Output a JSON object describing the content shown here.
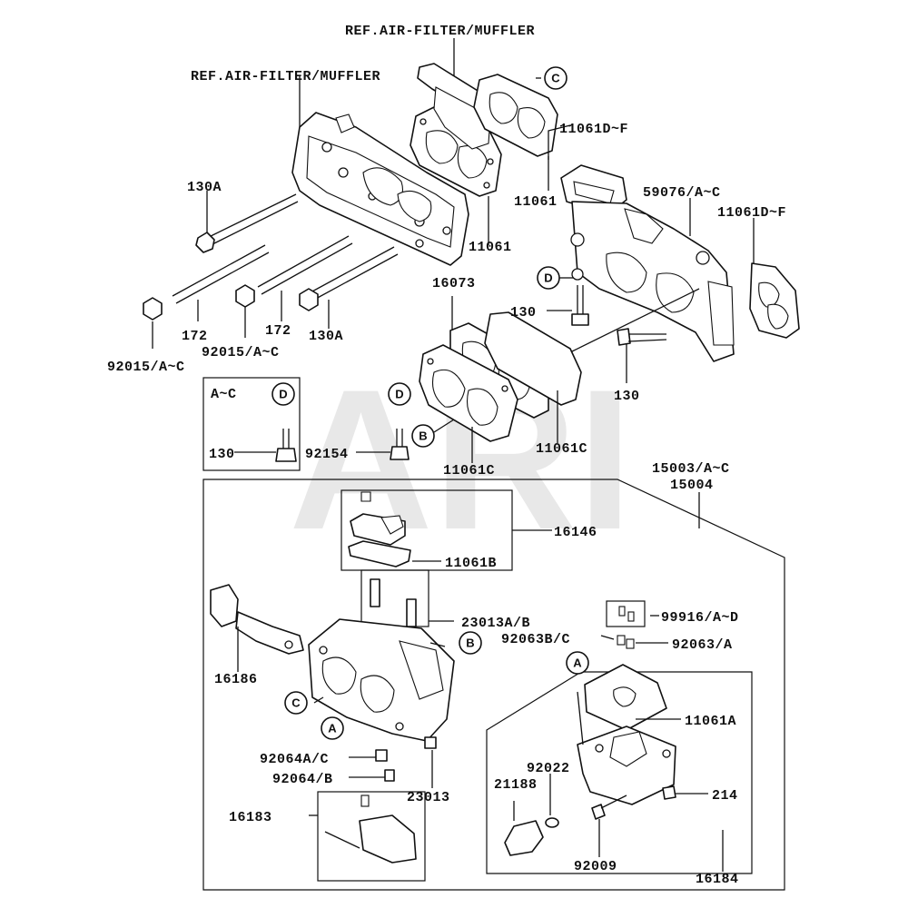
{
  "watermark": "ARI",
  "labels": {
    "ref_top": "REF.AIR-FILTER/MUFFLER",
    "ref_left": "REF.AIR-FILTER/MUFFLER",
    "p11061dF_top": "11061D~F",
    "p11061_a": "11061",
    "p11061_b": "11061",
    "p59076": "59076/A~C",
    "p11061dF_right": "11061D~F",
    "p130a_top": "130A",
    "p172_a": "172",
    "p172_b": "172",
    "p130a_bottom": "130A",
    "p92015_mid": "92015/A~C",
    "p92015_left": "92015/A~C",
    "p16073": "16073",
    "p130_mid": "130",
    "p130_right": "130",
    "inset_title": "A~C",
    "p130_inset": "130",
    "p92154": "92154",
    "p11061c_a": "11061C",
    "p11061c_b": "11061C",
    "p15003": "15003/A~C",
    "p15004": "15004",
    "p16146": "16146",
    "p11061b": "11061B",
    "p23013ab": "23013A/B",
    "p99916": "99916/A~D",
    "p92063bc": "92063B/C",
    "p92063a": "92063/A",
    "p16186": "16186",
    "p11061a": "11061A",
    "p92064ac": "92064A/C",
    "p92064b": "92064/B",
    "p23013": "23013",
    "p92022": "92022",
    "p21188": "21188",
    "p214": "214",
    "p16183": "16183",
    "p92009": "92009",
    "p16184": "16184"
  },
  "callouts": {
    "c_top": "C",
    "d_manifold": "D",
    "d_inset": "D",
    "d_bolt": "D",
    "b_gasket": "B",
    "b_carb": "B",
    "c_carb": "C",
    "a_carb": "A",
    "a_bowl": "A"
  }
}
